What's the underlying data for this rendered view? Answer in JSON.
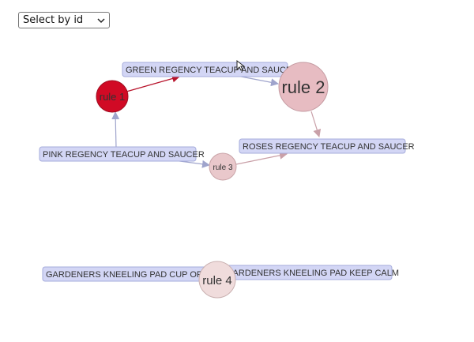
{
  "controls": {
    "select_label": "Select by id"
  },
  "graph": {
    "items": {
      "green": "GREEN REGENCY TEACUP AND SAUCER",
      "pink": "PINK REGENCY TEACUP AND SAUCER",
      "roses": "ROSES REGENCY TEACUP AND SAUCER",
      "gardeners_cup": "GARDENERS KNEELING PAD CUP OF TEA",
      "gardeners_calm": "GARDENERS KNEELING PAD KEEP CALM"
    },
    "rules": {
      "rule1": "rule 1",
      "rule2": "rule 2",
      "rule3": "rule 3",
      "rule4": "rule 4"
    },
    "colors": {
      "rule1_fill": "#d10a25",
      "rule2_fill": "#e7bcc2",
      "rule3_fill": "#e9c8cb",
      "rule4_fill": "#f0dcdc",
      "item_fill": "#d3d6f5",
      "edge_in": "#9fa4cc",
      "edge_out_rule1": "#b8132b",
      "edge_out": "#c9a0a8"
    }
  }
}
